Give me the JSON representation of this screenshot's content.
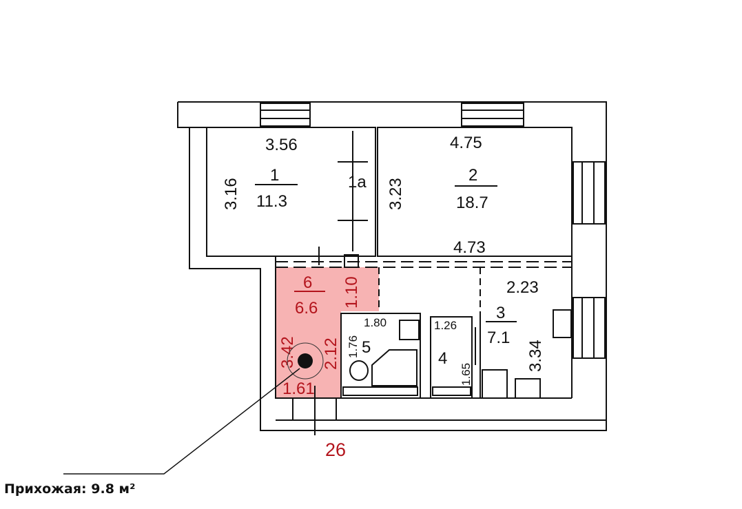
{
  "rooms": [
    {
      "number": "1",
      "area": "11.3",
      "width": "3.56",
      "depth": "3.16"
    },
    {
      "number": "1а"
    },
    {
      "number": "2",
      "area": "18.7",
      "width": "4.75",
      "depth": "3.23",
      "width_bottom": "4.73"
    },
    {
      "number": "3",
      "area": "7.1",
      "width": "2.23",
      "depth": "3.34"
    },
    {
      "number": "4",
      "width": "1.26",
      "depth": "1.65"
    },
    {
      "number": "5",
      "width": "1.80",
      "depth": "1.76"
    },
    {
      "number": "6",
      "area": "6.6",
      "depth": "3.42",
      "width": "1.61",
      "side": "2.12",
      "top": "1.10"
    }
  ],
  "apartment_number": "26",
  "callout": "Прихожая: 9.8 м²",
  "colors": {
    "highlight": "#f7b3b3",
    "accent_text": "#b3141c",
    "walls": "#111111"
  }
}
